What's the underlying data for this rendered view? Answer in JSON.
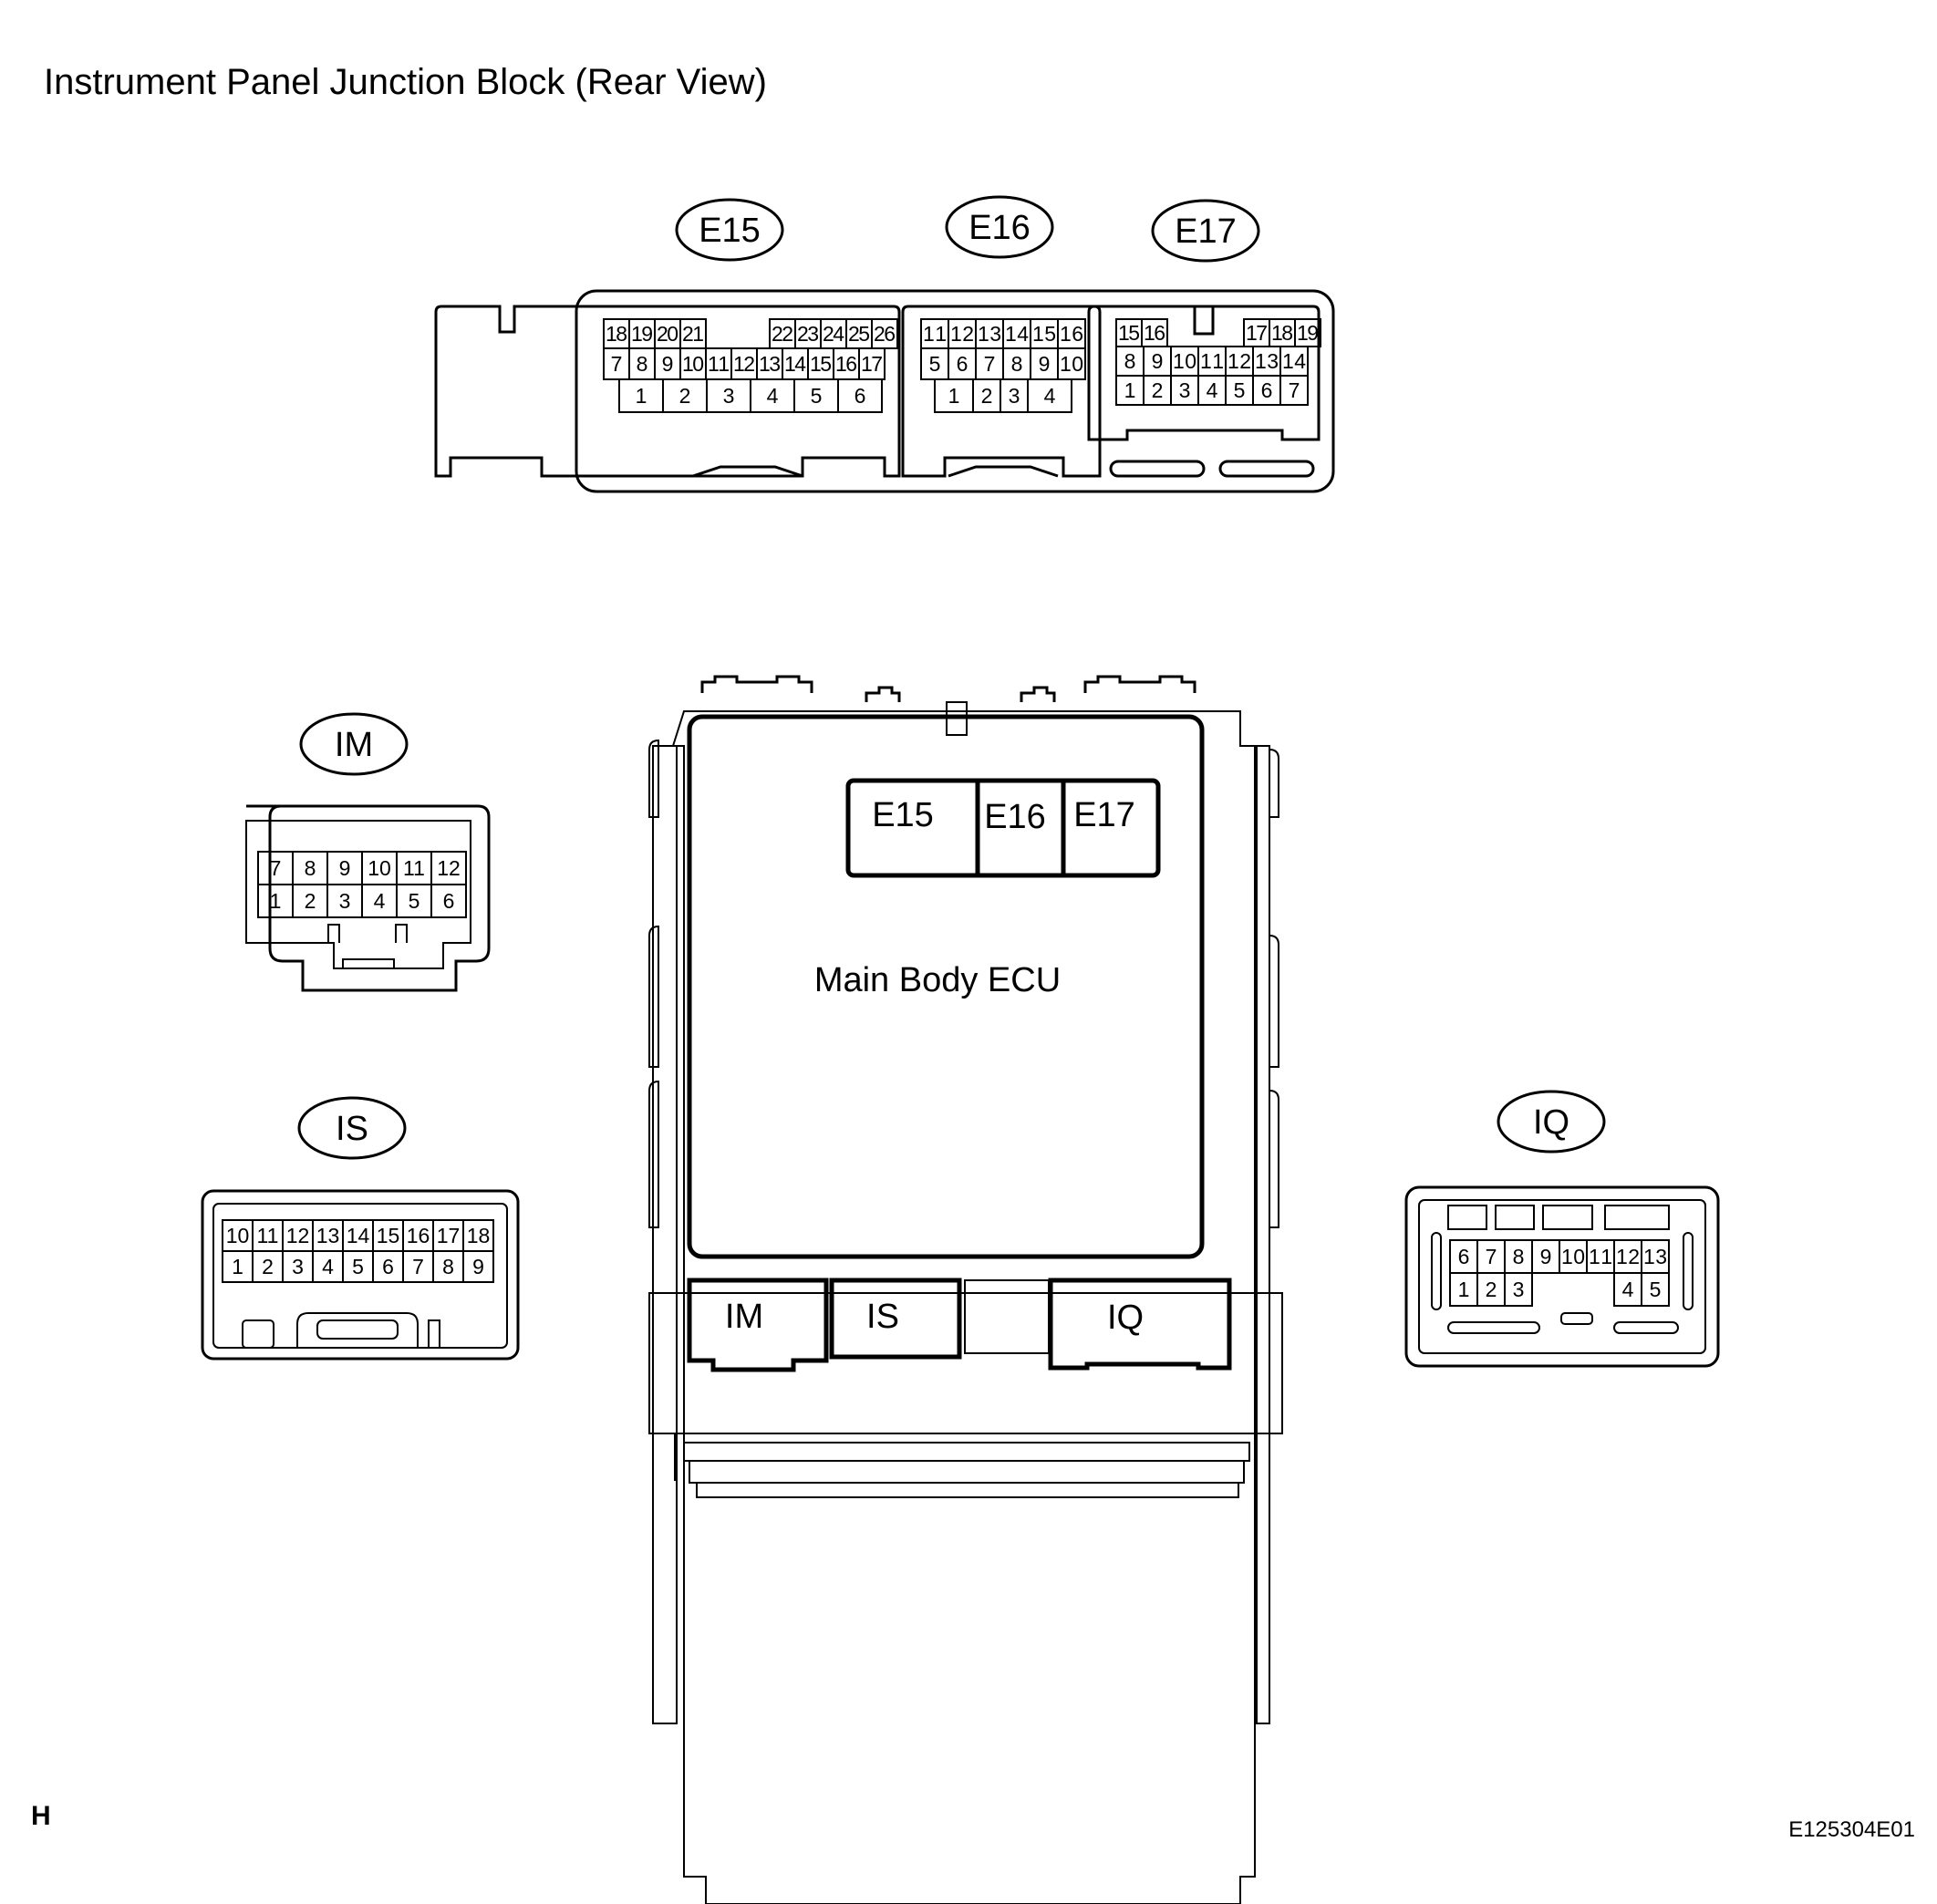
{
  "title": "Instrument Panel Junction Block (Rear View)",
  "corner_mark": "H",
  "figure_code": "E125304E01",
  "ecu": {
    "label": "Main Body ECU",
    "top_slots": [
      "E15",
      "E16",
      "E17"
    ],
    "bottom_slots": [
      "IM",
      "IS",
      "",
      "IQ"
    ]
  },
  "connectors": {
    "E15": {
      "label": "E15",
      "rows": [
        [
          "18",
          "19",
          "20",
          "21",
          "",
          "",
          "22",
          "23",
          "24",
          "25",
          "26"
        ],
        [
          "7",
          "8",
          "9",
          "10",
          "11",
          "12",
          "13",
          "14",
          "15",
          "16",
          "17"
        ],
        [
          "1",
          "2",
          "3",
          "4",
          "5",
          "6"
        ]
      ]
    },
    "E16": {
      "label": "E16",
      "rows": [
        [
          "11",
          "12",
          "13",
          "14",
          "15",
          "16"
        ],
        [
          "5",
          "6",
          "7",
          "8",
          "9",
          "10"
        ],
        [
          "1",
          "2",
          "3",
          "4"
        ]
      ]
    },
    "E17": {
      "label": "E17",
      "rows": [
        [
          "15",
          "16",
          "",
          "",
          "17",
          "18",
          "19"
        ],
        [
          "8",
          "9",
          "10",
          "11",
          "12",
          "13",
          "14"
        ],
        [
          "1",
          "2",
          "3",
          "4",
          "5",
          "6",
          "7"
        ]
      ]
    },
    "IM": {
      "label": "IM",
      "rows": [
        [
          "7",
          "8",
          "9",
          "10",
          "11",
          "12"
        ],
        [
          "1",
          "2",
          "3",
          "4",
          "5",
          "6"
        ]
      ]
    },
    "IS": {
      "label": "IS",
      "rows": [
        [
          "10",
          "11",
          "12",
          "13",
          "14",
          "15",
          "16",
          "17",
          "18"
        ],
        [
          "1",
          "2",
          "3",
          "4",
          "5",
          "6",
          "7",
          "8",
          "9"
        ]
      ]
    },
    "IQ": {
      "label": "IQ",
      "rows": [
        [
          "6",
          "7",
          "8",
          "9",
          "10",
          "11",
          "12",
          "13"
        ],
        [
          "1",
          "2",
          "3",
          "",
          "",
          "",
          "4",
          "5"
        ]
      ]
    }
  }
}
